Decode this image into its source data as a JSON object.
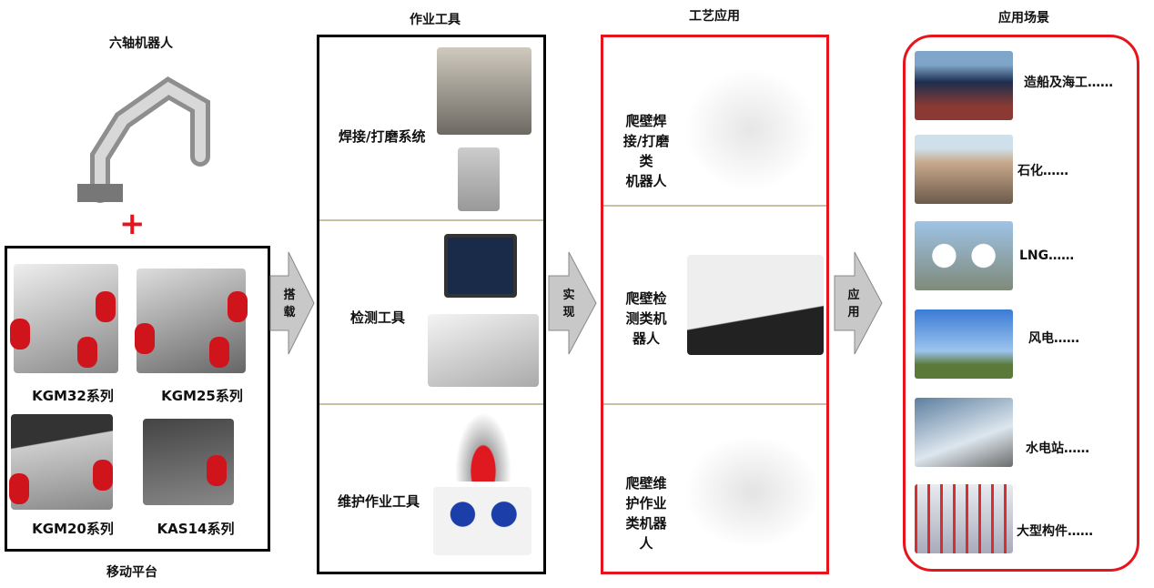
{
  "left": {
    "title": "六轴机器人",
    "plus": "+",
    "platforms": [
      "KGM32系列",
      "KGM25系列",
      "KGM20系列",
      "KAS14系列"
    ],
    "footer": "移动平台"
  },
  "arrows": [
    "搭载",
    "实现",
    "应用"
  ],
  "tools": {
    "title": "作业工具",
    "items": [
      "焊接/打磨系统",
      "检测工具",
      "维护作业工具"
    ]
  },
  "process": {
    "title": "工艺应用",
    "items": [
      "爬壁焊接/打磨类机器人",
      "爬壁检测类机器人",
      "爬壁维护作业类机器人"
    ],
    "lines": [
      [
        "爬壁焊",
        "接/打磨",
        "类",
        "机器人"
      ],
      [
        "爬壁检",
        "测类机",
        "器人"
      ],
      [
        "爬壁维",
        "护作业",
        "类机器",
        "人"
      ]
    ]
  },
  "scenes": {
    "title": "应用场景",
    "items": [
      "造船及海工……",
      "石化……",
      "LNG……",
      "风电……",
      "水电站……",
      "大型构件……"
    ]
  },
  "colors": {
    "red": "#e8141c",
    "black": "#000000",
    "divider": "#c9bfa3",
    "arrow": "#c8c8c8"
  }
}
